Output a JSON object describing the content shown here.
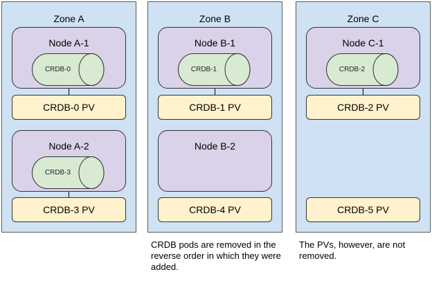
{
  "colors": {
    "zone": "#cfe2f3",
    "node": "#d9d2e9",
    "pod": "#d9ead3",
    "pv": "#fff2cc"
  },
  "zones": [
    {
      "title": "Zone A",
      "nodes": [
        {
          "title": "Node A-1",
          "pod": "CRDB-0"
        },
        {
          "title": "Node A-2",
          "pod": "CRDB-3"
        }
      ],
      "pvs": [
        "CRDB-0 PV",
        "CRDB-3 PV"
      ]
    },
    {
      "title": "Zone B",
      "nodes": [
        {
          "title": "Node B-1",
          "pod": "CRDB-1"
        },
        {
          "title": "Node B-2"
        }
      ],
      "pvs": [
        "CRDB-1 PV",
        "CRDB-4 PV"
      ]
    },
    {
      "title": "Zone C",
      "nodes": [
        {
          "title": "Node C-1",
          "pod": "CRDB-2"
        }
      ],
      "pvs": [
        "CRDB-2 PV",
        "CRDB-5 PV"
      ]
    }
  ],
  "notes": [
    "CRDB pods are removed in the reverse order in which they were added.",
    "The PVs, however, are not removed."
  ]
}
